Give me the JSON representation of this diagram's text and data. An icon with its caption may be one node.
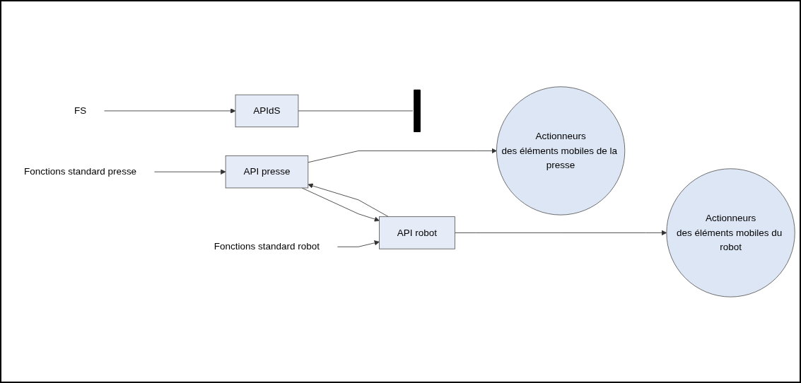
{
  "diagram": {
    "nodes": [
      {
        "text": [
          "Fonctions standard presse"
        ]
      },
      {
        "text": [
          "API presse"
        ]
      },
      {
        "text": [
          "FS"
        ]
      },
      {
        "text": [
          "APIdS"
        ]
      },
      {
        "text": [
          "API robot"
        ]
      },
      {
        "text": [
          "Fonctions standard robot"
        ]
      },
      {
        "text": [],
        "shape": "bar"
      },
      {
        "text": [
          "Actionneurs",
          "des éléments mobiles de la presse"
        ]
      },
      {
        "text": [
          "Actionneurs",
          "des éléments mobiles du robot"
        ]
      }
    ],
    "edges": [
      {
        "from": 0,
        "to": 1,
        "arrow": "to"
      },
      {
        "from": 2,
        "to": 3,
        "arrow": "to"
      },
      {
        "from": 5,
        "to": 4,
        "arrow": "to"
      },
      {
        "from": 1,
        "to": 4,
        "arrow": "to"
      },
      {
        "from": 4,
        "to": 1,
        "arrow": "to"
      },
      {
        "from": 1,
        "to": 7,
        "arrow": "to"
      },
      {
        "from": 3,
        "to": 6,
        "arrow": "none"
      },
      {
        "from": 4,
        "to": 8,
        "arrow": "to"
      }
    ]
  }
}
